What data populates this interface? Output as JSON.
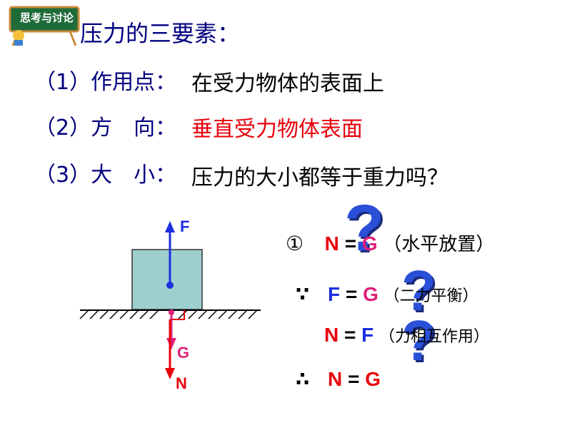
{
  "badge": {
    "text": "思考与讨论"
  },
  "title": "压力的三要素：",
  "rows": [
    {
      "label": "（1）作用点：",
      "value": "在受力物体的表面上"
    },
    {
      "label": "（2）方　向：",
      "value": "垂直受力物体表面"
    },
    {
      "label": "（3）大　小：",
      "value": "压力的大小都等于重力吗？"
    }
  ],
  "diagram": {
    "label_f": "F",
    "label_g": "G",
    "label_n": "N"
  },
  "equations": {
    "eq1_marker": "①",
    "eq1_n": "N",
    "eq1_eq": "=",
    "eq1_g": "G",
    "eq1_note": "（水平放置）",
    "because": "∵",
    "eq2_f": "F",
    "eq2_eq": "=",
    "eq2_g": "G",
    "eq2_note": "（二力平衡）",
    "eq3_n": "N",
    "eq3_eq": "=",
    "eq3_f": "F",
    "eq3_note": "（力相互作用）",
    "therefore": "∴",
    "eq4_n": "N",
    "eq4_eq": "=",
    "eq4_g": "G"
  },
  "question_marks": [
    "?",
    "?",
    "?"
  ],
  "colors": {
    "heading": "#000080",
    "blue_force": "#1d2ee0",
    "pink_force": "#e0207a",
    "red": "#e8000b",
    "block": "#9ecfcf"
  }
}
